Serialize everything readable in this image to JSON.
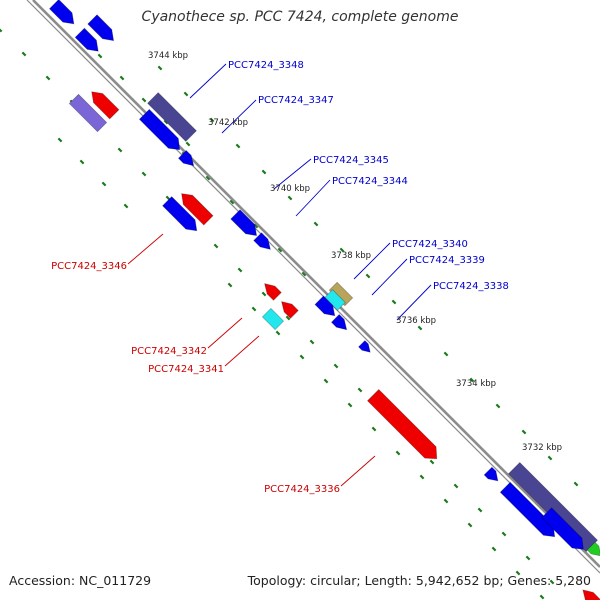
{
  "title": "Cyanothece sp. PCC 7424, complete genome",
  "footer": {
    "accession": "Accession: NC_011729",
    "summary": "Topology: circular; Length: 5,942,652 bp; Genes: 5,280"
  },
  "colors": {
    "backbone": "#8c8c8c",
    "tick": "#1a7a1a",
    "plus_strand": "#0000ee",
    "minus_strand": "#ee0000",
    "cyan": "#22e8ee",
    "olive": "#b8a45a",
    "slate": "#4a4592",
    "lavender": "#7a66d6",
    "green": "#22cc22",
    "label_plus": "#0000cc",
    "label_minus": "#cc0000",
    "kbp_text": "#222222"
  },
  "kbp_markers": [
    "3744 kbp",
    "3742 kbp",
    "3740 kbp",
    "3738 kbp",
    "3736 kbp",
    "3734 kbp",
    "3732 kbp"
  ],
  "genes": {
    "plus": [
      "PCC7424_3348",
      "PCC7424_3347",
      "PCC7424_3345",
      "PCC7424_3344",
      "PCC7424_3340",
      "PCC7424_3339",
      "PCC7424_3338"
    ],
    "minus": [
      "PCC7424_3346",
      "PCC7424_3342",
      "PCC7424_3341",
      "PCC7424_3336"
    ]
  }
}
